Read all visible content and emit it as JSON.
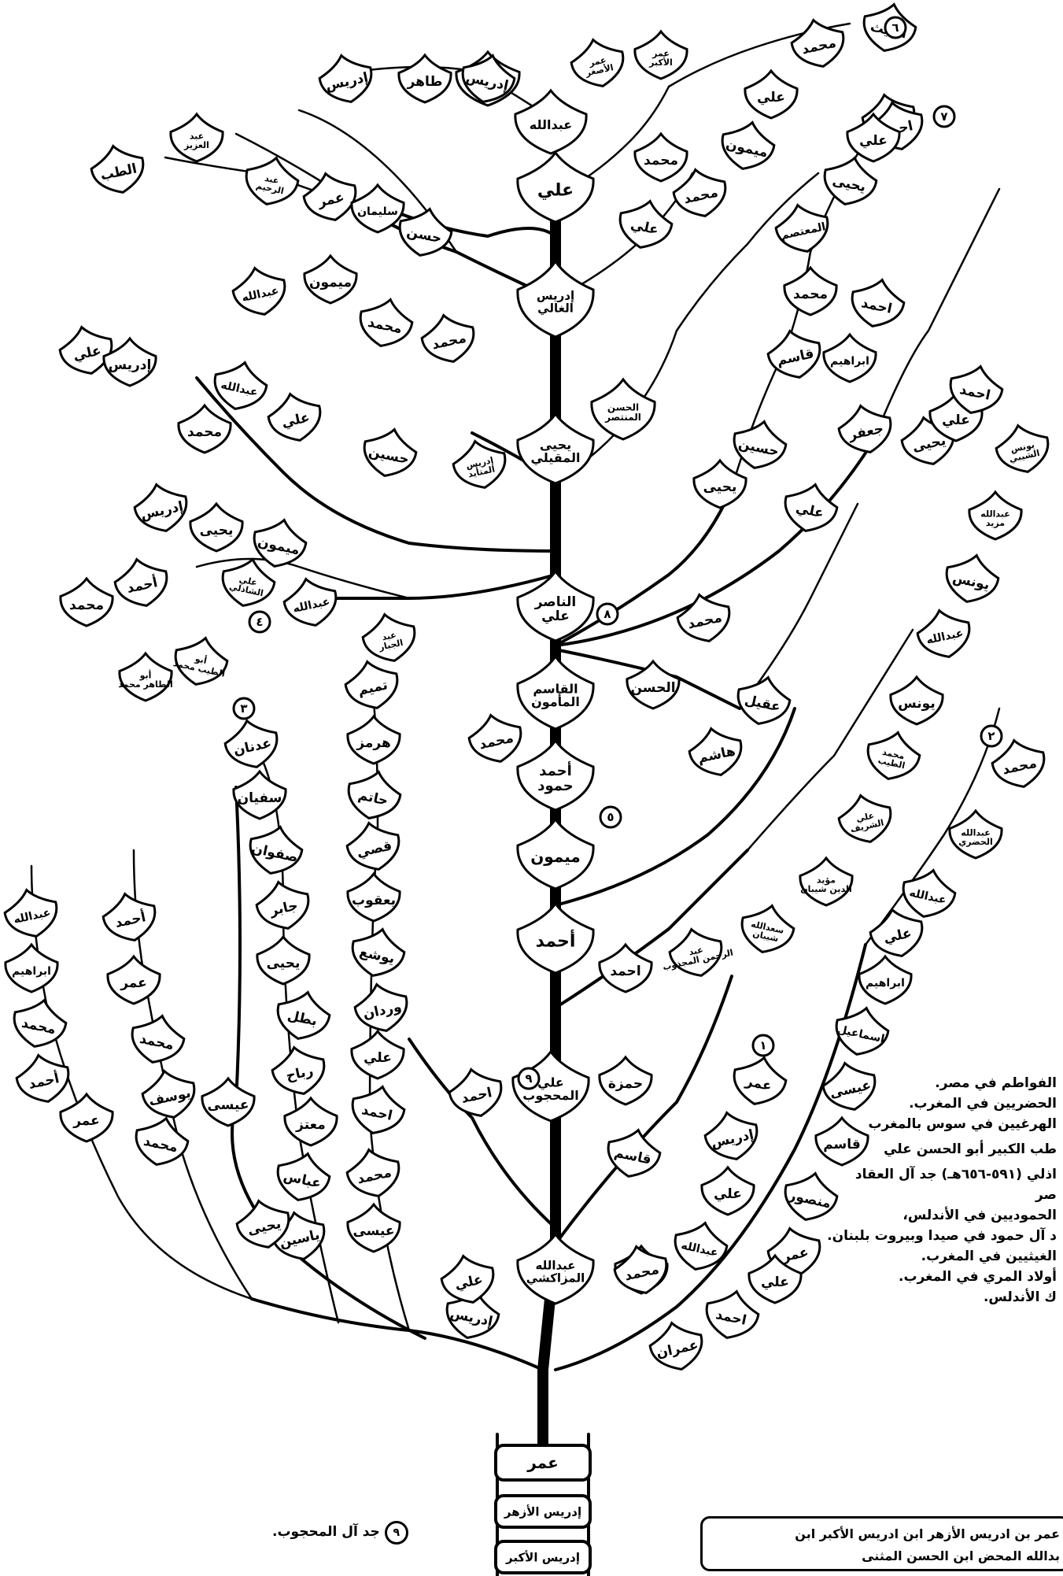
{
  "root": {
    "boxes": [
      "عمر",
      "إدريس الأزهر",
      "إدريس الأكبر"
    ]
  },
  "trunk_leaves": [
    "عبدالله المزاكشي",
    "علي المحجوب",
    "أحمد",
    "ميمون",
    "أحمد حمود",
    "القاسم المأمون",
    "الناصر علي",
    "يحيى المقيلي",
    "الحسن المنتصر",
    "إدريس الغالي",
    "علي",
    "عبدالله",
    "إدريس"
  ],
  "leaves": {
    "top": [
      "إدريس",
      "طاهر",
      "إدريس",
      "عمر الأصغر",
      "عمر الأكبر",
      "الغيث",
      "محمد",
      "علي",
      "ميمون",
      "محمد",
      "محمد",
      "علي",
      "احمد"
    ],
    "left_upper": [
      "الطب",
      "عبد العزيز",
      "عبد الرحيم",
      "عمر",
      "سليمان",
      "حسن",
      "عبدالله",
      "ميمون",
      "محمد",
      "محمد"
    ],
    "left_mid": [
      "علي",
      "إدريس",
      "عبدالله",
      "علي",
      "محمد",
      "حسين",
      "إدريس",
      "يحيى",
      "ميمون",
      "إدريس المتأيد"
    ],
    "left_shadhili": [
      "أحمد",
      "محمد",
      "علي الشاذلي",
      "عبدالله",
      "أبو الطاهر محمد",
      "أبو الطيب محمد",
      "عبد الجبار"
    ],
    "col_adnan": [
      "عدنان",
      "سفيان",
      "صفوان",
      "جابر",
      "يحيى",
      "بطل",
      "رباح",
      "معتز",
      "عباس",
      "ياسين"
    ],
    "col_tamim": [
      "تميم",
      "هرمز",
      "حاتم",
      "قصي",
      "يعقوب",
      "يوشع",
      "وردان",
      "علي",
      "احمد",
      "محمد",
      "عيسى"
    ],
    "col_far_left": [
      "عبدالله",
      "ابراهيم",
      "محمد",
      "أحمد",
      "عمر",
      "محمد",
      "يحيى"
    ],
    "col_left2": [
      "أحمد",
      "عمر",
      "محمد",
      "يوسف",
      "عيسى",
      "إدريس"
    ],
    "right_upper": [
      "احمد",
      "علي",
      "يحيى",
      "المعتصم",
      "محمد",
      "احمد",
      "قاسم",
      "ابراهيم",
      "حسين",
      "جعفر",
      "يحيى",
      "علي",
      "يحيى",
      "علي",
      "احمد",
      "محمد",
      "الحسن",
      "عقيل",
      "هاشم"
    ],
    "right_shibi": [
      "يونس الشيبي",
      "عبدالله مزيد",
      "يونس",
      "عبدالله",
      "يونس",
      "محمد الطيب",
      "علي الشريف",
      "مؤيد الدين شيبان",
      "سعدالله شيبان",
      "عبد الرحمن المجذوب"
    ],
    "right_lower": [
      "محمد",
      "عبدالله الحضري",
      "عبدالله",
      "علي",
      "ابراهيم",
      "اسماعيل",
      "عيسى",
      "قاسم",
      "منصور",
      "عمر",
      "علي",
      "احمد",
      "عمران"
    ],
    "lower_center": [
      "احمد",
      "حمزة",
      "قاسم",
      "علي",
      "محمد",
      "عمر",
      "إدريس",
      "علي",
      "عبدالله",
      "محمد"
    ],
    "trunk_side": [
      "محمد",
      "احمد"
    ]
  },
  "badges": [
    "١",
    "٢",
    "٣",
    "٤",
    "٥",
    "٦",
    "٧",
    "٨",
    "٩"
  ],
  "legend": [
    "الفواطم في مصر.",
    "الحضريين في المغرب.",
    "الهرغيين في سوس بالمغرب",
    "طب الكبير أبو الحسن علي",
    "اذلي (٥٩١-٦٥٦هـ) جد آل العقاد",
    "صر",
    "الحموديين في الأندلس،",
    "د آل حمود في صيدا وبيروت بلبنان.",
    "الغيثيين في المغرب.",
    "أولاد المري في المغرب.",
    "ك الأندلس."
  ],
  "lineage_text": [
    "عمر بن ادريس الأزهر ابن ادريس الأكبر ابن",
    "بدالله المحض ابن الحسن المثنى"
  ],
  "note9": "جد آل المحجوب."
}
